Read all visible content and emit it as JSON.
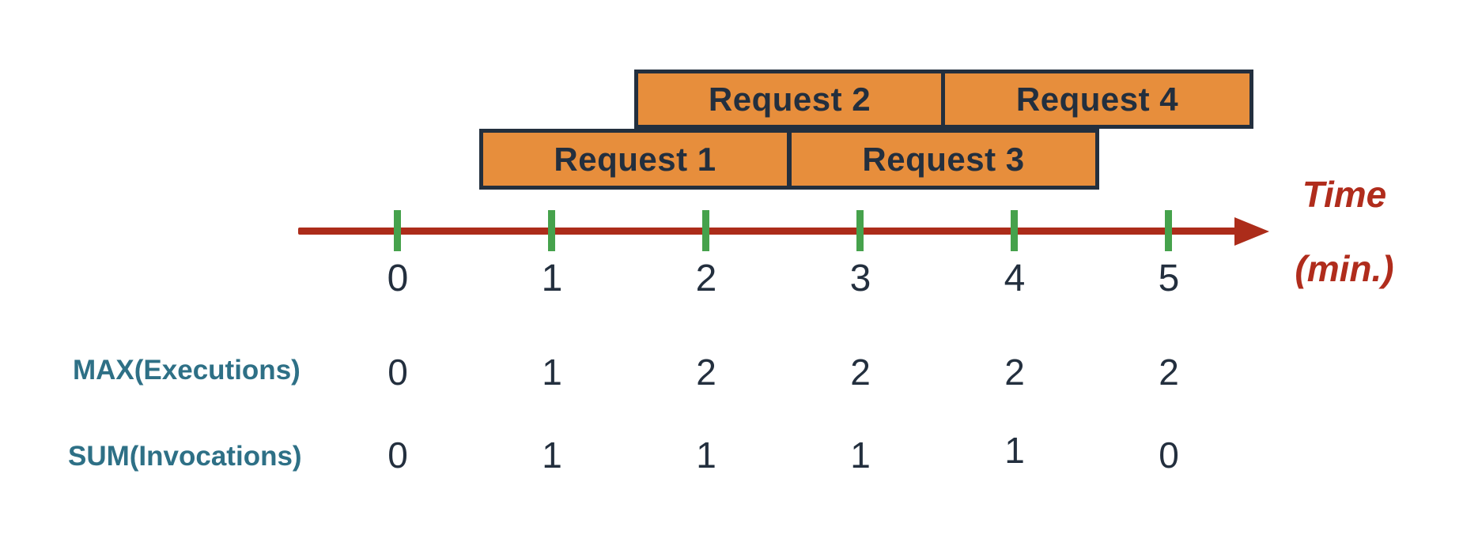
{
  "colors": {
    "background": "#FFFFFF",
    "bar_fill": "#E78E3C",
    "bar_border": "#232F3E",
    "bar_text": "#232F3E",
    "axis_line": "#AC2C1A",
    "tick": "#46A24C",
    "number_text": "#232F3E",
    "metric_label": "#2E7086",
    "time_label": "#B02C1C"
  },
  "bars": [
    {
      "label": "Request 2"
    },
    {
      "label": "Request 4"
    },
    {
      "label": "Request 1"
    },
    {
      "label": "Request 3"
    }
  ],
  "axis": {
    "title_line1": "Time",
    "title_line2": "(min.)",
    "tick_labels": [
      "0",
      "1",
      "2",
      "3",
      "4",
      "5"
    ]
  },
  "metrics": [
    {
      "label": "MAX(Executions)",
      "values": [
        "0",
        "1",
        "2",
        "2",
        "2",
        "2"
      ]
    },
    {
      "label": "SUM(Invocations)",
      "values": [
        "0",
        "1",
        "1",
        "1",
        "1",
        "0"
      ]
    }
  ],
  "chart_data": {
    "type": "timeline",
    "x_axis": {
      "label": "Time (min.)",
      "ticks": [
        0,
        1,
        2,
        3,
        4,
        5
      ]
    },
    "requests": [
      {
        "name": "Request 1",
        "start_min": 0.5,
        "end_min": 2.5,
        "row": "bottom"
      },
      {
        "name": "Request 2",
        "start_min": 1.5,
        "end_min": 3.5,
        "row": "top"
      },
      {
        "name": "Request 3",
        "start_min": 2.5,
        "end_min": 4.5,
        "row": "bottom"
      },
      {
        "name": "Request 4",
        "start_min": 3.5,
        "end_min": 5.5,
        "row": "top"
      }
    ],
    "series": [
      {
        "name": "MAX(Executions)",
        "values": [
          0,
          1,
          2,
          2,
          2,
          2
        ]
      },
      {
        "name": "SUM(Invocations)",
        "values": [
          0,
          1,
          1,
          1,
          1,
          0
        ]
      }
    ]
  }
}
